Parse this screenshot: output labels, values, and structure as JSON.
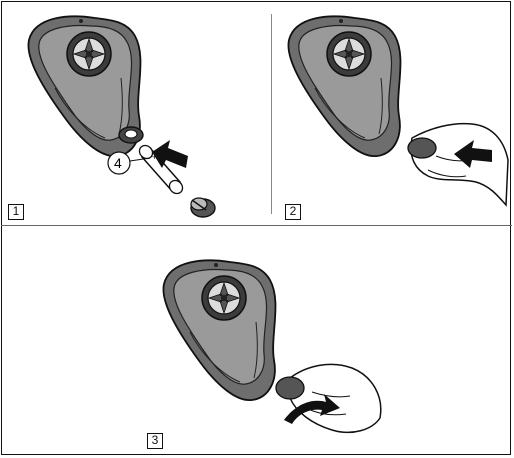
{
  "steps": [
    {
      "label": "1"
    },
    {
      "label": "2"
    },
    {
      "label": "3"
    }
  ],
  "callout": {
    "label": "4"
  }
}
